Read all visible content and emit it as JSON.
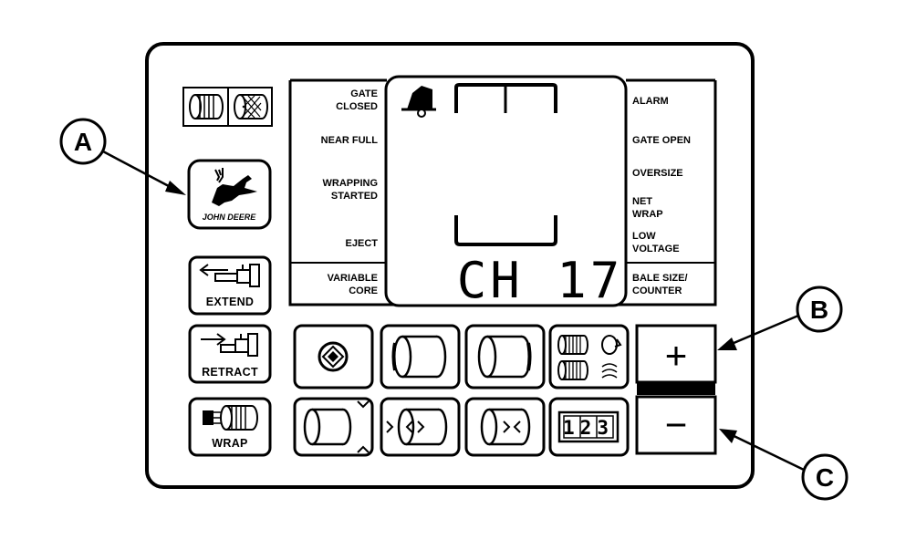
{
  "callouts": {
    "a": "A",
    "b": "B",
    "c": "C"
  },
  "left_labels": {
    "gate_closed": [
      "GATE",
      "CLOSED"
    ],
    "near_full": "NEAR FULL",
    "wrapping_started": [
      "WRAPPING",
      "STARTED"
    ],
    "eject": "EJECT",
    "variable_core": [
      "VARIABLE",
      "CORE"
    ]
  },
  "right_labels": {
    "alarm": "ALARM",
    "gate_open": "GATE OPEN",
    "oversize": "OVERSIZE",
    "net_wrap": [
      "NET",
      "WRAP"
    ],
    "low_voltage": [
      "LOW",
      "VOLTAGE"
    ],
    "bale_size_counter": [
      "BALE SIZE/",
      "COUNTER"
    ]
  },
  "display": {
    "readout": "CH 17"
  },
  "buttons": {
    "extend": "EXTEND",
    "retract": "RETRACT",
    "wrap": "WRAP",
    "plus": "+",
    "minus": "−",
    "counter_digits": "123"
  },
  "logo": {
    "text": "JOHN DEERE"
  },
  "icons": [
    "twine-bale-icon",
    "net-bale-icon",
    "john-deere-logo",
    "extend-cylinder-icon",
    "retract-cylinder-icon",
    "wrap-icon",
    "baler-icon",
    "settings-diamond-icon",
    "bale-icon",
    "bale-right-icon",
    "bale-twine-rotation-icon",
    "bale-diameter-icon",
    "bale-center-icon",
    "bale-end-icon",
    "counter-icon"
  ]
}
